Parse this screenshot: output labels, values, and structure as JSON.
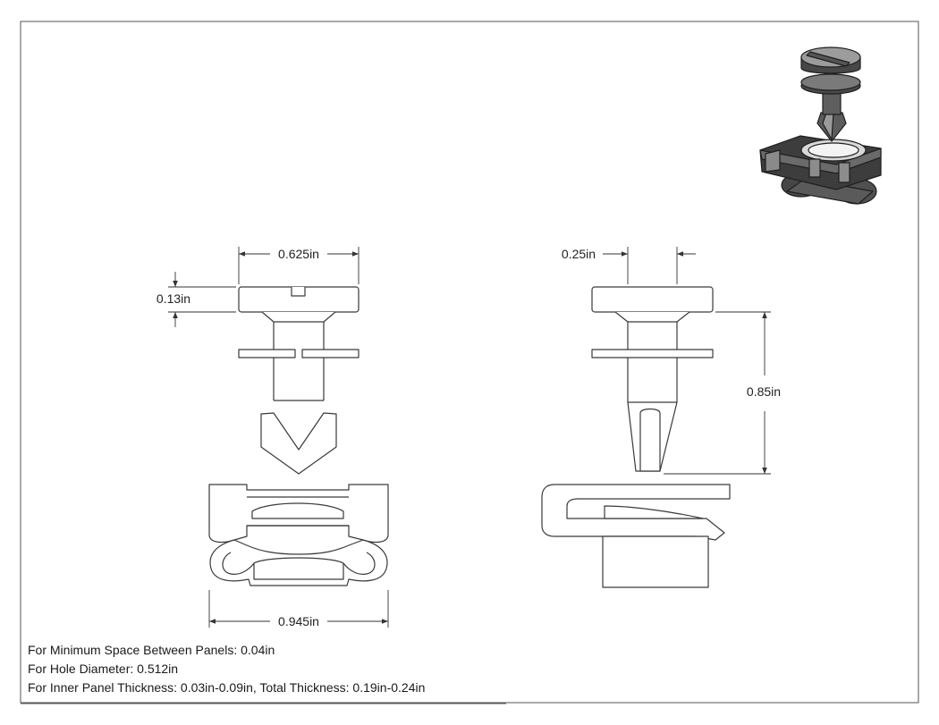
{
  "dimensions": {
    "head_width": "0.625in",
    "head_height": "0.13in",
    "shank_diameter": "0.25in",
    "length": "0.85in",
    "clip_width": "0.945in"
  },
  "specs": {
    "min_space": "For Minimum Space Between Panels: 0.04in",
    "hole_diameter": "For Hole Diameter: 0.512in",
    "thickness": "For Inner Panel Thickness: 0.03in-0.09in, Total Thickness: 0.19in-0.24in"
  },
  "colors": {
    "line": "#3a3a3a",
    "part_fill": "#ffffff",
    "render_dark": "#3b3b3b"
  }
}
